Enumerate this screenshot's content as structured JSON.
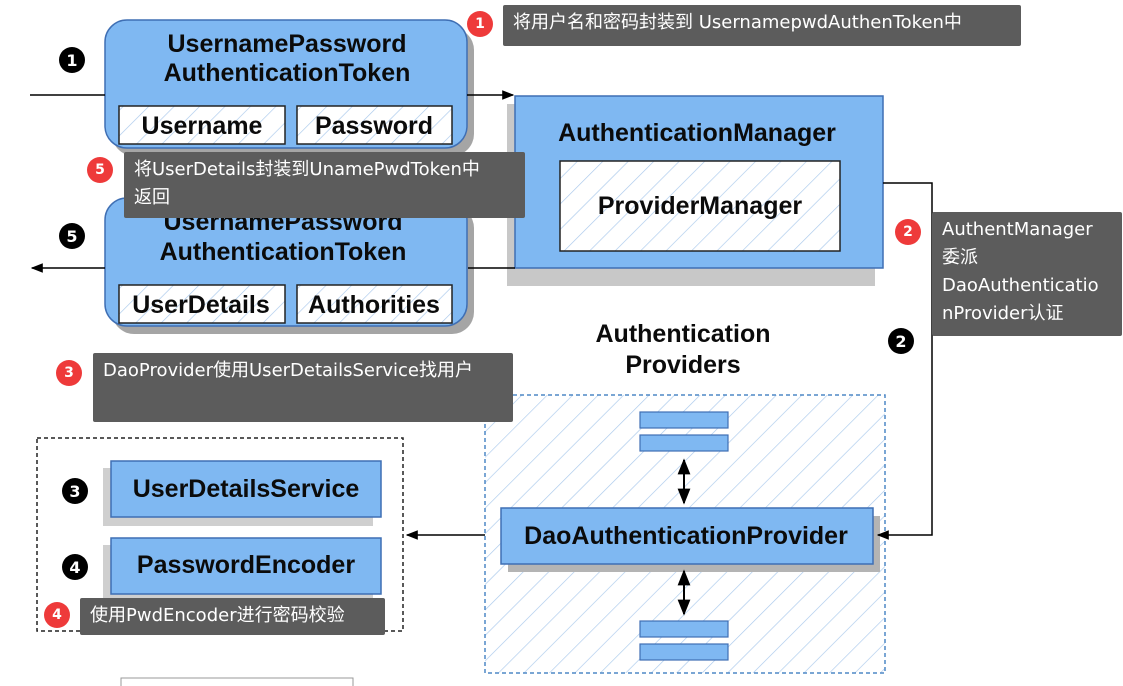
{
  "token_in": {
    "title_line1": "UsernamePassword",
    "title_line2": "AuthenticationToken",
    "field1": "Username",
    "field2": "Password"
  },
  "token_out": {
    "title_line1": "UsernamePassword",
    "title_line2": "AuthenticationToken",
    "field1": "UserDetails",
    "field2": "Authorities"
  },
  "manager": {
    "title": "AuthenticationManager",
    "inner": "ProviderManager"
  },
  "providers": {
    "title_line1": "Authentication",
    "title_line2": "Providers",
    "main": "DaoAuthenticationProvider"
  },
  "services": {
    "user_details": "UserDetailsService",
    "encoder": "PasswordEncoder"
  },
  "step_markers": {
    "s1": "1",
    "s2": "2",
    "s3": "3",
    "s4": "4",
    "s5": "5"
  },
  "callouts": {
    "c1": {
      "badge": "1",
      "text": "将用户名和密码封装到 UsernamepwdAuthenToken中"
    },
    "c2": {
      "badge": "2",
      "line1": "AuthentManager",
      "line2": "委派",
      "line3": "DaoAuthenticatio",
      "line4": "nProvider认证"
    },
    "c3": {
      "badge": "3",
      "text": "DaoProvider使用UserDetailsService找用户"
    },
    "c4": {
      "badge": "4",
      "text": "使用PwdEncoder进行密码校验"
    },
    "c5": {
      "badge": "5",
      "line1": "将UserDetails封装到UnamePwdToken中",
      "line2": "返回"
    }
  },
  "colors": {
    "box_fill": "#7fb8f2",
    "box_border": "#3f6fb4",
    "callout_bg": "#5c5c5c",
    "badge": "#ee3a3a"
  }
}
